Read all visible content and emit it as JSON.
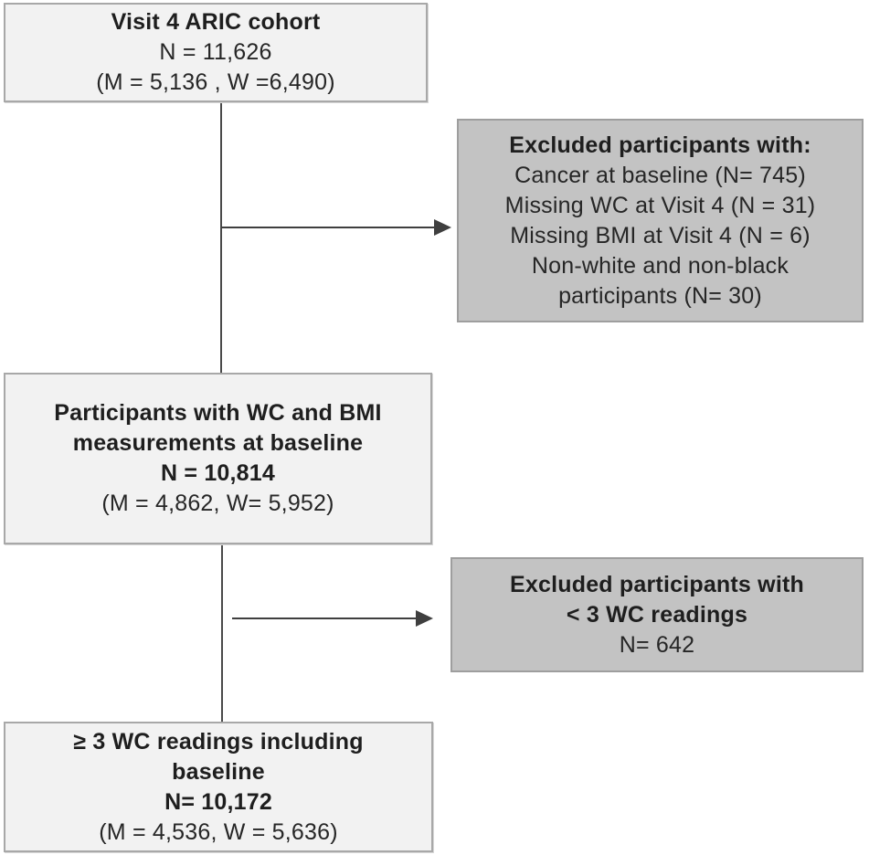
{
  "diagram": {
    "type": "participant-flowchart",
    "boxes": {
      "top": {
        "role": "cohort",
        "lines": {
          "title": "Visit 4 ARIC cohort",
          "n": "N = 11,626",
          "mw": "(M = 5,136 , W =6,490)"
        }
      },
      "excluded1": {
        "role": "exclusion",
        "lines": {
          "title": "Excluded participants with:",
          "item1": "Cancer at baseline (N= 745)",
          "item2": "Missing WC at Visit 4 (N = 31)",
          "item3": "Missing BMI at Visit 4 (N = 6)",
          "item4a": "Non-white and non-black",
          "item4b": "participants (N= 30)"
        }
      },
      "middle": {
        "role": "cohort",
        "lines": {
          "title1": "Participants with WC and BMI",
          "title2": "measurements at baseline",
          "n": "N = 10,814",
          "mw": "(M = 4,862, W= 5,952)"
        }
      },
      "excluded2": {
        "role": "exclusion",
        "lines": {
          "title1": "Excluded participants with",
          "title2": "< 3 WC readings",
          "n": "N= 642"
        }
      },
      "bottom": {
        "role": "cohort",
        "lines": {
          "title1": "≥ 3 WC readings including",
          "title2": "baseline",
          "n": "N= 10,172",
          "mw": "(M = 4,536, W = 5,636)"
        }
      }
    },
    "colors": {
      "cohort_box_bg": "#f2f2f2",
      "cohort_box_border": "#a8a8a8",
      "exclusion_box_bg": "#c3c3c3",
      "exclusion_box_border": "#9e9e9e",
      "connector_line": "#3f3f3f",
      "text": "#262626"
    }
  }
}
